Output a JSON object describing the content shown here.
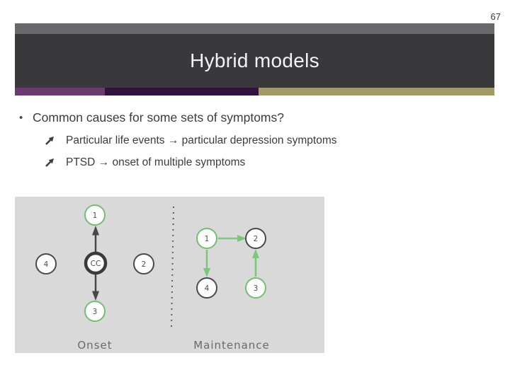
{
  "slide": {
    "page_number": "67",
    "title": "Hybrid models"
  },
  "content": {
    "bullet_char": "•",
    "main_bullet": "Common causes for some sets of symptoms?",
    "sub_bullets": [
      "Particular life events → particular depression symptoms",
      "PTSD → onset of multiple symptoms"
    ]
  },
  "figure": {
    "onset": {
      "caption": "Onset",
      "nodes": [
        {
          "id": "1"
        },
        {
          "id": "4"
        },
        {
          "id": "CC"
        },
        {
          "id": "2"
        },
        {
          "id": "3"
        }
      ]
    },
    "maintenance": {
      "caption": "Maintenance",
      "nodes": [
        {
          "id": "1"
        },
        {
          "id": "2"
        },
        {
          "id": "4"
        },
        {
          "id": "3"
        }
      ]
    }
  },
  "colors": {
    "header_gray": "#69696b",
    "header_charcoal": "#39393b",
    "accent_purple": "#6b3a6e",
    "accent_dark_purple": "#31123f",
    "accent_olive": "#a19c67",
    "figure_bg": "#d9d9d9",
    "node_green": "#74bd74",
    "arrow_green": "#7cc77c",
    "node_dark": "#4a4a4a",
    "arrow_dark": "#474747"
  }
}
